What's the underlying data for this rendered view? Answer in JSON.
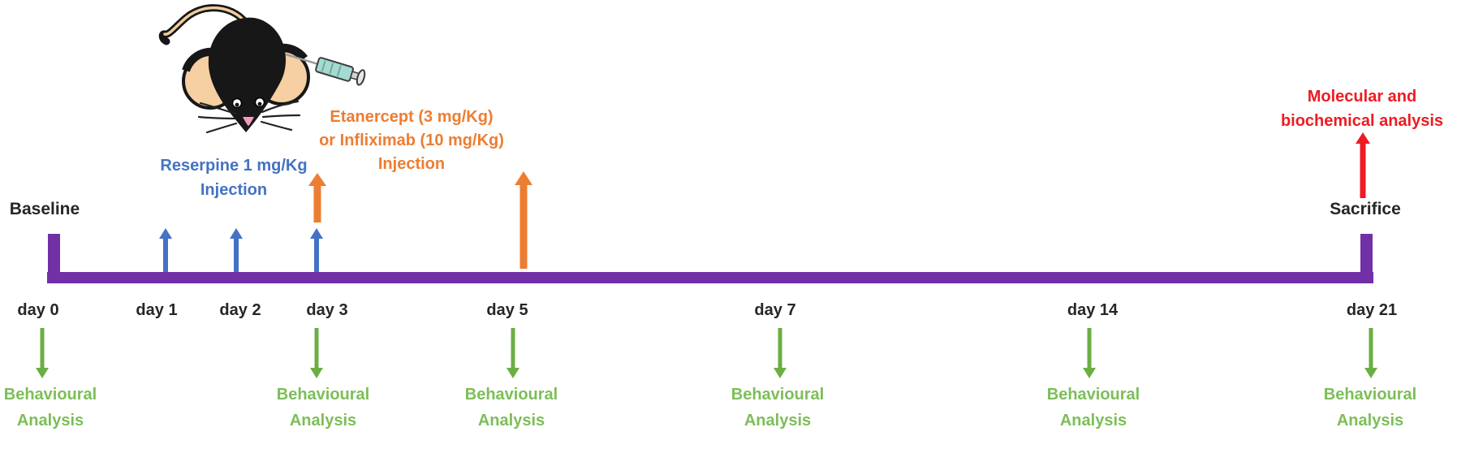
{
  "diagram": {
    "baseline_label": "Baseline",
    "sacrifice_label": "Sacrifice",
    "days": [
      {
        "label": "day 0"
      },
      {
        "label": "day 1"
      },
      {
        "label": "day 2"
      },
      {
        "label": "day 3"
      },
      {
        "label": "day 5"
      },
      {
        "label": "day 7"
      },
      {
        "label": "day 14"
      },
      {
        "label": "day 21"
      }
    ],
    "annotations": {
      "reserpine": {
        "line1": "Reserpine 1 mg/Kg",
        "line2": "Injection"
      },
      "anti_tnf": {
        "line1": "Etanercept (3 mg/Kg)",
        "line2": "or Infliximab (10 mg/Kg)",
        "line3": "Injection"
      },
      "molecular": {
        "line1": "Molecular and",
        "line2": "biochemical analysis"
      },
      "behavioural": {
        "line1": "Behavioural",
        "line2": "Analysis"
      }
    },
    "events": {
      "reserpine_injection_days": [
        "day 1",
        "day 2",
        "day 3"
      ],
      "anti_tnf_injection_days": [
        "day 3",
        "day 5"
      ],
      "behavioural_analysis_days": [
        "day 0",
        "day 3",
        "day 5",
        "day 7",
        "day 14",
        "day 21"
      ],
      "molecular_analysis_day": "day 21",
      "sacrifice_day": "day 21"
    },
    "colors": {
      "timeline_purple": "#7130A6",
      "reserpine_blue": "#4472C4",
      "anti_tnf_orange": "#ED7D31",
      "behavioural_green_arrow": "#6BAE44",
      "behavioural_green_text": "#7CBE58",
      "molecular_red": "#EE1B23"
    }
  }
}
